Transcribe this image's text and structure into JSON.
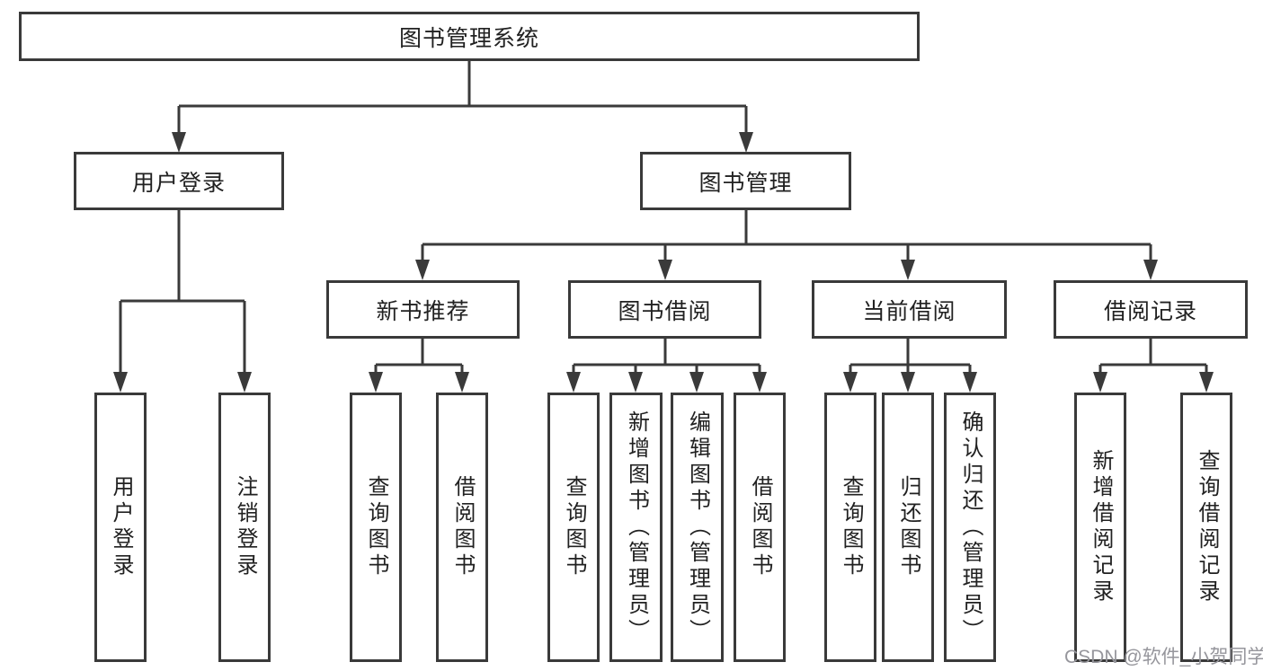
{
  "diagram": {
    "title": "图书管理系统",
    "root": {
      "label": "图书管理系统"
    },
    "level2": [
      {
        "label": "用户登录"
      },
      {
        "label": "图书管理"
      }
    ],
    "level3": [
      {
        "label": "新书推荐",
        "parent": "图书管理"
      },
      {
        "label": "图书借阅",
        "parent": "图书管理"
      },
      {
        "label": "当前借阅",
        "parent": "图书管理"
      },
      {
        "label": "借阅记录",
        "parent": "图书管理"
      }
    ],
    "leaves": [
      {
        "label": "用户登录",
        "parent": "用户登录"
      },
      {
        "label": "注销登录",
        "parent": "用户登录"
      },
      {
        "label": "查询图书",
        "parent": "新书推荐"
      },
      {
        "label": "借阅图书",
        "parent": "新书推荐"
      },
      {
        "label": "查询图书",
        "parent": "图书借阅"
      },
      {
        "label": "新增图书（管理员）",
        "parent": "图书借阅"
      },
      {
        "label": "编辑图书（管理员）",
        "parent": "图书借阅"
      },
      {
        "label": "借阅图书",
        "parent": "图书借阅"
      },
      {
        "label": "查询图书",
        "parent": "当前借阅"
      },
      {
        "label": "归还图书",
        "parent": "当前借阅"
      },
      {
        "label": "确认归还（管理员）",
        "parent": "当前借阅"
      },
      {
        "label": "新增借阅记录",
        "parent": "借阅记录"
      },
      {
        "label": "查询借阅记录",
        "parent": "借阅记录"
      }
    ]
  },
  "watermark": {
    "text": "CSDN @软件_小贺同学"
  },
  "colors": {
    "line": "#3a3a3a",
    "box_border": "#3a3a3a",
    "text": "#212121",
    "background": "#ffffff",
    "watermark": "#96969c"
  }
}
